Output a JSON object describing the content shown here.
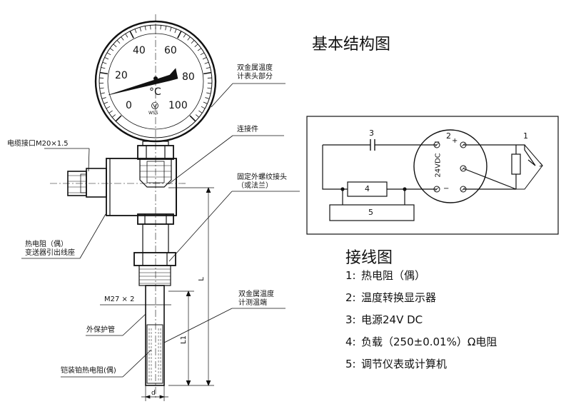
{
  "titles": {
    "structure": "基本结构图",
    "wiring": "接线图"
  },
  "gauge": {
    "ticks": [
      "0",
      "20",
      "40",
      "60",
      "80",
      "100"
    ],
    "unit": "°C",
    "brand": "WSS"
  },
  "callouts": {
    "bimetal_head": [
      "双金属温度",
      "计表头部分"
    ],
    "connector": "连接件",
    "fixed_thread": [
      "固定外螺纹接头",
      "（或法兰）"
    ],
    "cable_port": "电缆接口M20×1.5",
    "transmitter": [
      "热电阻（偶）",
      "变送器引出线座"
    ],
    "thread_size": "M27 × 2",
    "bimetal_sensing": [
      "双金属温度",
      "计测温端"
    ],
    "sheath": "外保护管",
    "armored_rtd": "铠装铂热电阻(偶)",
    "dim_L": "L",
    "dim_L1": "L1",
    "dim_d": "d"
  },
  "wiring": {
    "node1": "1",
    "node2": "2",
    "node3": "3",
    "box4": "4",
    "box5": "5",
    "supply": "24VDC",
    "plus": "+",
    "minus": "−"
  },
  "legend": [
    {
      "num": "1:",
      "text": "热电阻（偶）"
    },
    {
      "num": "2:",
      "text": "温度转换显示器"
    },
    {
      "num": "3:",
      "text": "电源24V DC"
    },
    {
      "num": "4:",
      "text": "负载（250±0.01%）Ω电阻"
    },
    {
      "num": "5:",
      "text": "调节仪表或计算机"
    }
  ]
}
